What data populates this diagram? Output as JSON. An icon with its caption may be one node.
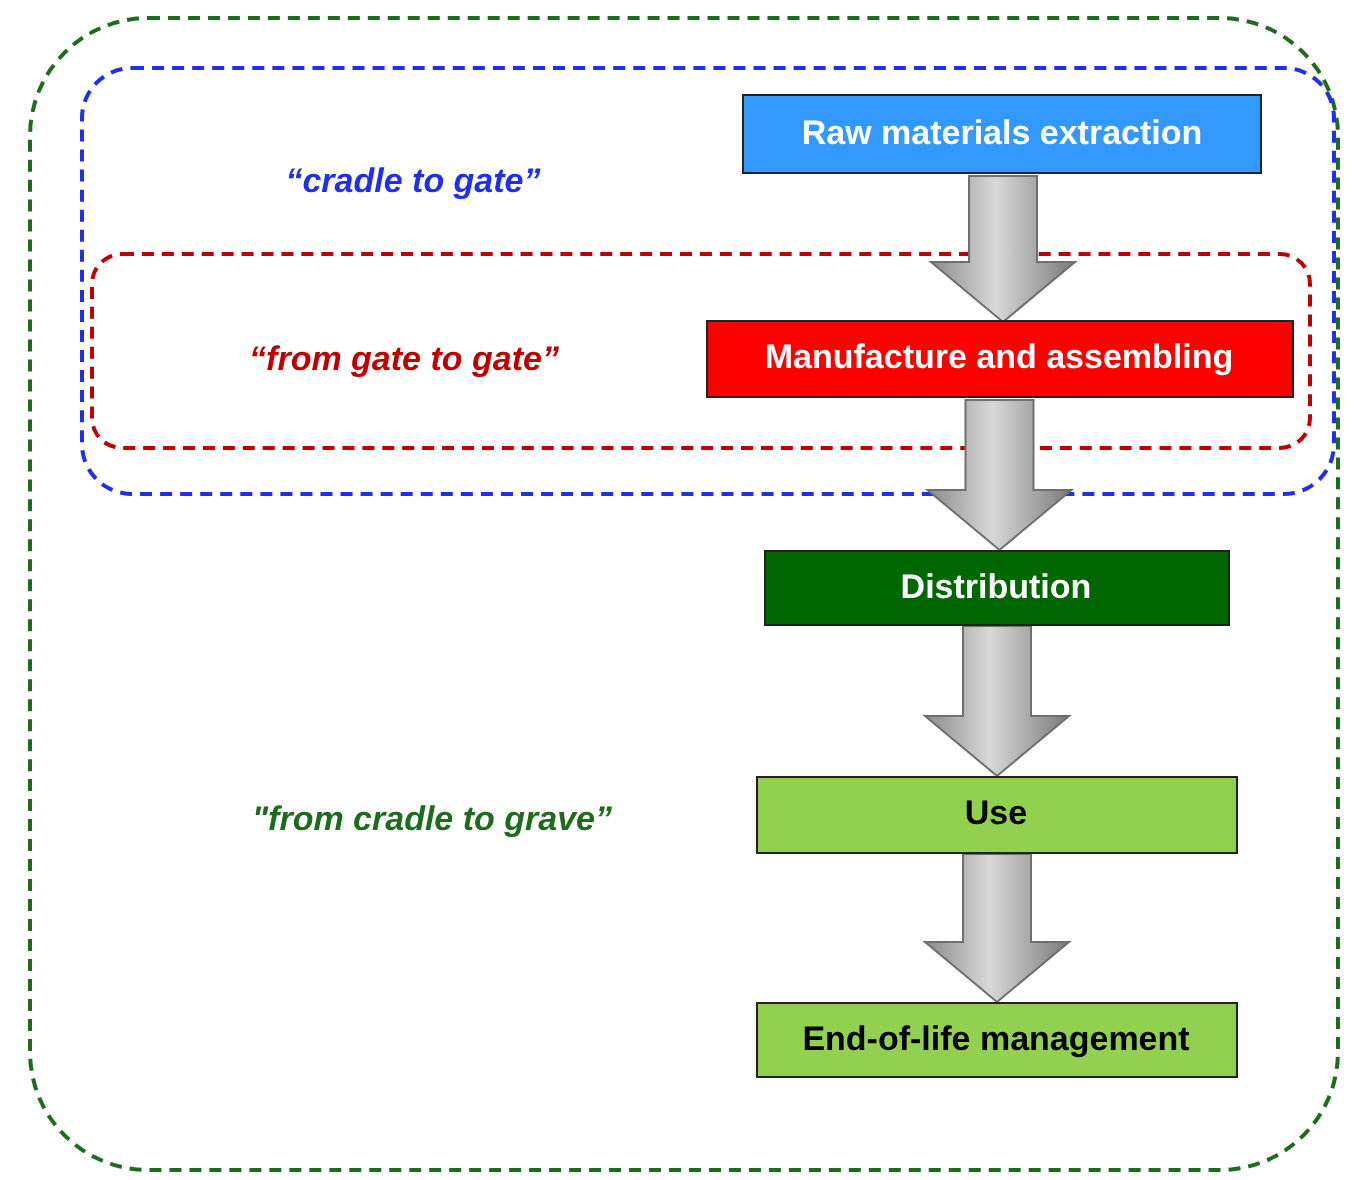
{
  "diagram": {
    "nodes": [
      {
        "text": [
          "\"from cradle to grave”"
        ]
      },
      {
        "text": [
          "“cradle to gate”"
        ],
        "in": 0
      },
      {
        "text": [
          "Raw materials extraction"
        ],
        "in": 1
      },
      {
        "text": [
          "“from gate to gate”"
        ],
        "in": 1
      },
      {
        "text": [
          "Manufacture and assembling"
        ],
        "in": 3
      },
      {
        "text": [
          "Distribution"
        ],
        "in": 0
      },
      {
        "text": [
          "Use"
        ],
        "in": 0
      },
      {
        "text": [
          "End-of-life management"
        ],
        "in": 0
      }
    ],
    "edges": [
      {
        "from": 2,
        "to": 4,
        "arrow": "to"
      },
      {
        "from": 4,
        "to": 5,
        "arrow": "to"
      },
      {
        "from": 5,
        "to": 6,
        "arrow": "to"
      },
      {
        "from": 6,
        "to": 7,
        "arrow": "to"
      }
    ]
  }
}
